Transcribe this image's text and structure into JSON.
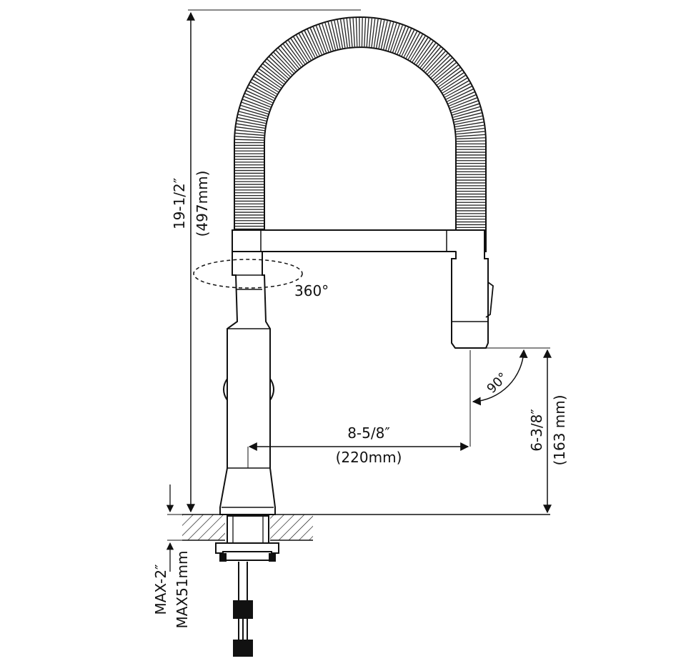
{
  "diagram": {
    "line_color": "#111111",
    "background": "#ffffff",
    "dimensions": {
      "height_in": "19-1/2″",
      "height_mm": "(497mm)",
      "reach_in": "8-5/8″",
      "reach_mm": "(220mm)",
      "spout_height_in": "6-3/8″",
      "spout_height_mm": "(163 mm)",
      "deck_in": "MAX-2″",
      "deck_mm": "MAX51mm"
    },
    "angles": {
      "swivel": "360°",
      "spray_head": "90°"
    }
  }
}
